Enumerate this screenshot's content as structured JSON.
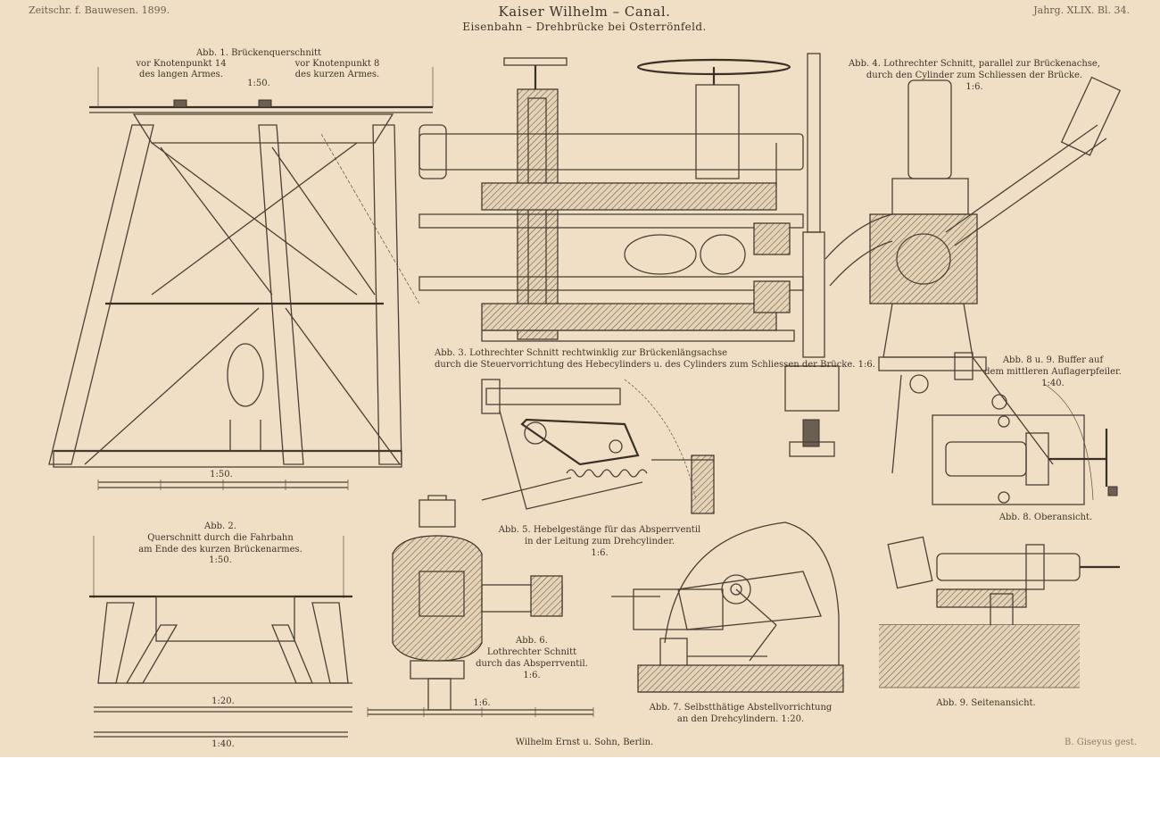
{
  "header": {
    "left": "Zeitschr. f. Bauwesen. 1899.",
    "right": "Jahrg. XLIX. Bl. 34.",
    "title": "Kaiser Wilhelm – Canal.",
    "subtitle": "Eisenbahn – Drehbrücke bei Osterrönfeld."
  },
  "figures": {
    "abb1": {
      "title": "Abb. 1. Brückenquerschnitt",
      "left_l1": "vor Knotenpunkt 14",
      "left_l2": "des langen Armes.",
      "right_l1": "vor Knotenpunkt 8",
      "right_l2": "des kurzen Armes.",
      "scale_top": "1:50.",
      "scale_bottom": "1:50."
    },
    "abb2": {
      "title": "Abb. 2.",
      "l1": "Querschnitt durch die Fahrbahn",
      "l2": "am Ende des kurzen Brückenarmes.",
      "scale": "1:50.",
      "scale_a": "1:20.",
      "scale_b": "1:40."
    },
    "abb3": {
      "l1": "Abb. 3. Lothrechter Schnitt rechtwinklig zur Brückenlängsachse",
      "l2": "durch die Steuervorrichtung des Hebecylinders u. des Cylinders zum Schliessen der Brücke. 1:6."
    },
    "abb4": {
      "l1": "Abb. 4. Lothrechter Schnitt, parallel zur Brückenachse,",
      "l2": "durch den Cylinder zum Schliessen der Brücke.",
      "scale": "1:6."
    },
    "abb5": {
      "l1": "Abb. 5. Hebelgestänge für das Absperrventil",
      "l2": "in der Leitung zum Drehcylinder.",
      "scale": "1:6."
    },
    "abb6": {
      "l1": "Abb. 6.",
      "l2": "Lothrechter Schnitt",
      "l3": "durch das Absperrventil.",
      "scale": "1:6."
    },
    "abb7": {
      "l1": "Abb. 7. Selbstthätige Abstellvorrichtung",
      "l2": "an den Drehcylindern. 1:20."
    },
    "abb89": {
      "l1": "Abb. 8 u. 9. Buffer auf",
      "l2": "dem mittleren Auflagerpfeiler.",
      "scale": "1:40."
    },
    "abb8": {
      "label": "Abb. 8. Oberansicht."
    },
    "abb9": {
      "label": "Abb. 9. Seitenansicht."
    },
    "scale_mid": "1:6."
  },
  "footer": {
    "publisher": "Wilhelm Ernst u. Sohn, Berlin.",
    "engraver": "B. Giseyus gest."
  }
}
